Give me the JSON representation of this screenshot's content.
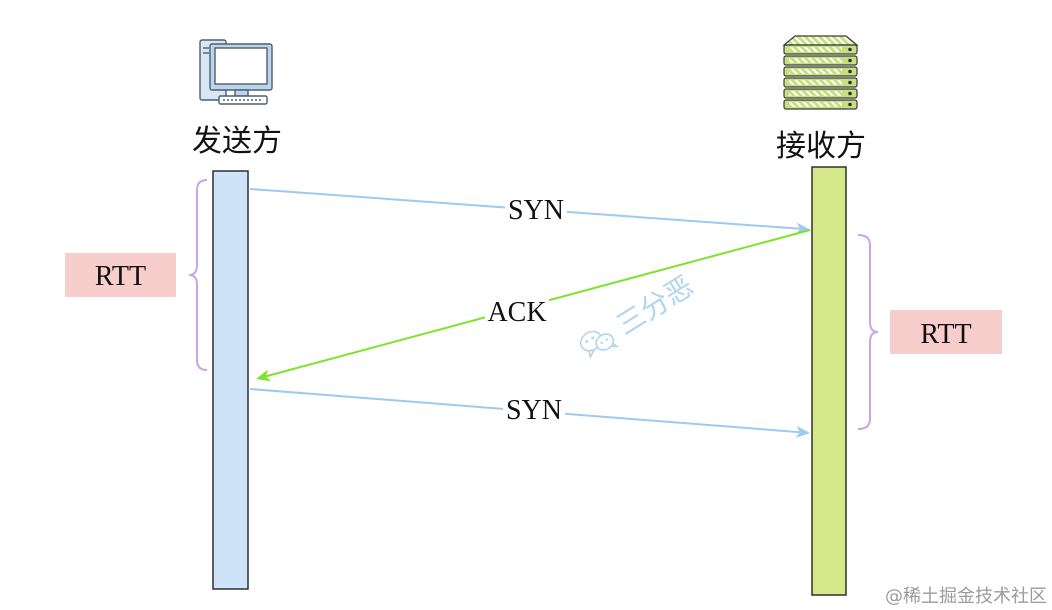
{
  "participants": {
    "sender": {
      "label": "发送方",
      "icon": "desktop-computer-icon",
      "lifeline_color": "#cfe3f8"
    },
    "receiver": {
      "label": "接收方",
      "icon": "server-rack-icon",
      "lifeline_color": "#d5e98b"
    }
  },
  "messages": [
    {
      "label": "SYN",
      "color": "#9ecaf0"
    },
    {
      "label": "ACK",
      "color": "#7ee32b"
    },
    {
      "label": "SYN",
      "color": "#9ecaf0"
    }
  ],
  "rtt_markers": [
    {
      "label": "RTT",
      "box_color": "#f8cecc",
      "brace_color": "#c9a5e6"
    },
    {
      "label": "RTT",
      "box_color": "#f8cecc",
      "brace_color": "#c9a5e6"
    }
  ],
  "watermark": {
    "text": "三分恶",
    "icon": "wechat-icon",
    "color": "#a9d0f1"
  },
  "footer": {
    "credit": "@稀土掘金技术社区",
    "color": "#9b9b9b"
  }
}
